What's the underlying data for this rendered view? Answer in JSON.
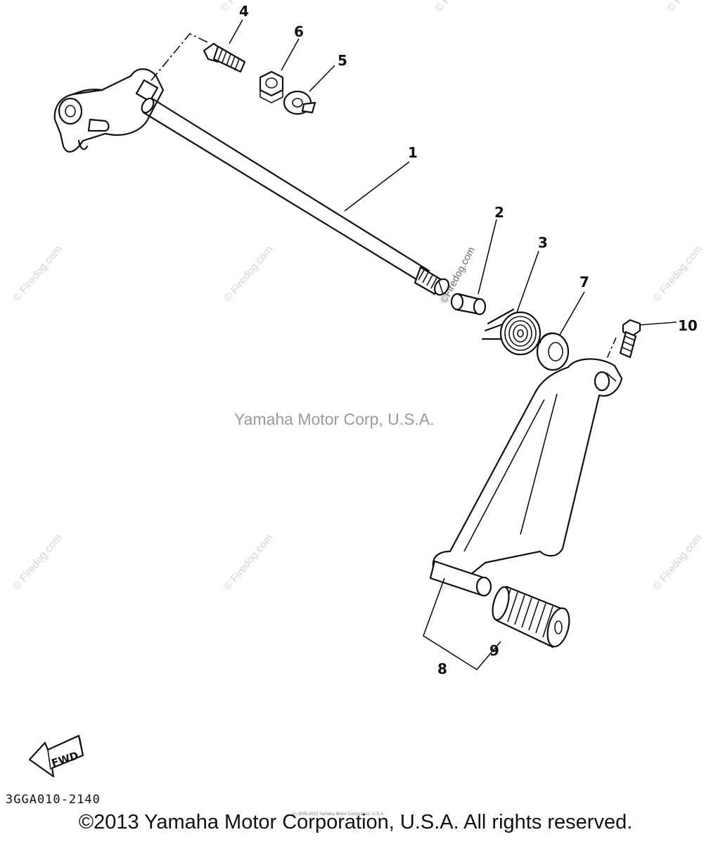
{
  "diagram": {
    "callouts": {
      "c1": "1",
      "c2": "2",
      "c3": "3",
      "c4": "4",
      "c5": "5",
      "c6": "6",
      "c7": "7",
      "c8": "8",
      "c9": "9",
      "c10": "10"
    },
    "fwd_label": "FWD",
    "part_code": "3GGA010-2140"
  },
  "watermarks": {
    "center": "Yamaha Motor Corp, U.S.A.",
    "site": "© Firedog.com",
    "vertical": "©Firedog.com",
    "tiny": "(c) 2005-2015 Yamaha Motor Corporation, U.S.A."
  },
  "footer": {
    "copyright": "©2013 Yamaha Motor Corporation, U.S.A. All rights reserved."
  }
}
